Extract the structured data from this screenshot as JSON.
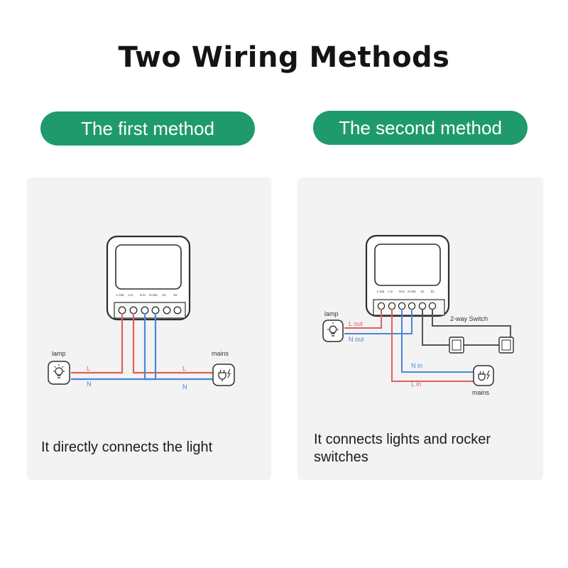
{
  "title": "Two Wiring Methods",
  "methods": [
    {
      "heading": "The first method",
      "description": "It directly connects the light",
      "device_terminals": [
        "L-Out",
        "L-in",
        "N-in",
        "N-Out",
        "S1",
        "S2"
      ],
      "lamp_label": "lamp",
      "mains_label": "mains",
      "wire_labels": {
        "l_left": "L",
        "l_right": "L",
        "n_left": "N",
        "n_right": "N"
      }
    },
    {
      "heading": "The second method",
      "description": "It connects lights and rocker switches",
      "device_terminals": [
        "L-Out",
        "L-in",
        "N-in",
        "N-Out",
        "S1",
        "S2"
      ],
      "lamp_label": "lamp",
      "mains_label": "mains",
      "switch_label": "2-way Switch",
      "wire_labels": {
        "l_out": "L out",
        "n_out": "N out",
        "n_in": "N in",
        "l_in": "L in"
      }
    }
  ],
  "colors": {
    "accent": "#1f9a6c",
    "live_wire": "#e0605a",
    "neutral_wire": "#4a86d8",
    "switch_wire": "#555555"
  }
}
